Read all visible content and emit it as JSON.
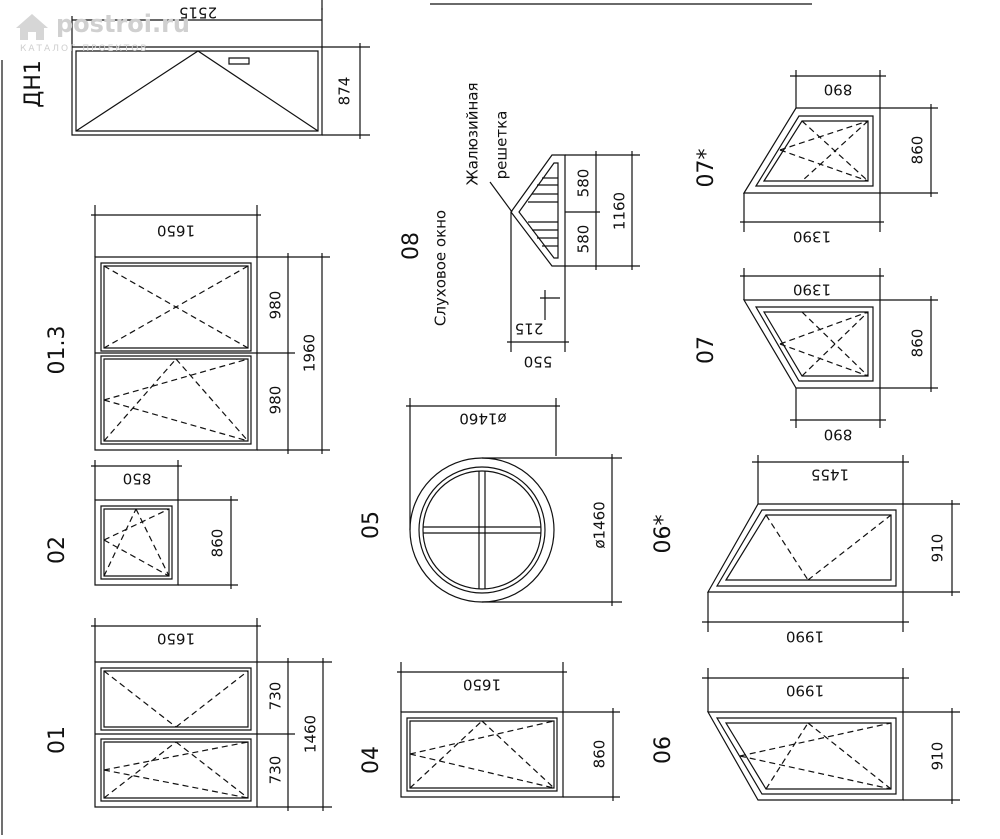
{
  "watermark": {
    "site": "postroi.ru",
    "subtitle": "КАТАЛОГ ПРОЕКТОВ"
  },
  "marks": {
    "dn1": "ДН1",
    "o13": "01.3",
    "o2": "02",
    "o1": "01",
    "o5": "05",
    "o4": "04",
    "o8": "08",
    "o8_title": "Слуховое окно",
    "o8_grille_1": "Жалюзийная",
    "o8_grille_2": "решетка",
    "o7": "07",
    "o7s": "07*",
    "o6s": "06*",
    "o6": "06"
  },
  "dims": {
    "dn1_w": "2515",
    "dn1_h": "874",
    "o13_w": "1650",
    "o13_h1": "980",
    "o13_h2": "980",
    "o13_h": "1960",
    "o2_w": "850",
    "o2_h": "860",
    "o1_w": "1650",
    "o1_h1": "730",
    "o1_h2": "730",
    "o1_h": "1460",
    "o5_d1": "ø1460",
    "o5_d2": "ø1460",
    "o4_w": "1650",
    "o4_h": "860",
    "o8_h1": "580",
    "o8_h2": "580",
    "o8_h": "1160",
    "o8_b1": "215",
    "o8_b2": "550",
    "o7s_top": "890",
    "o7s_h": "860",
    "o7s_bot": "1390",
    "o7_top": "1390",
    "o7_h": "860",
    "o7_bot": "890",
    "o6s_top": "1455",
    "o6s_h": "910",
    "o6s_bot": "1990",
    "o6_top": "1990",
    "o6_h": "910"
  }
}
